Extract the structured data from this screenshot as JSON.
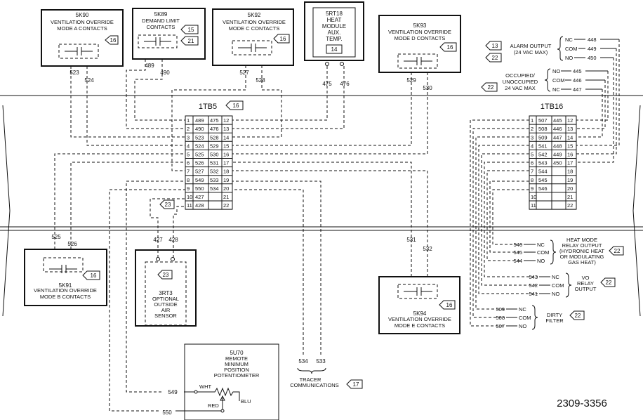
{
  "components": {
    "k5_90": {
      "id": "5K90",
      "l1": "VENTILATION OVERRIDE",
      "l2": "MODE A CONTACTS",
      "ref": "16",
      "w1": "523",
      "w2": "524"
    },
    "k5_89": {
      "id": "5K89",
      "l1": "DEMAND LIMIT",
      "l2": "CONTACTS",
      "ref1": "15",
      "ref2": "21",
      "w1": "489",
      "w2": "490"
    },
    "k5_92": {
      "id": "5K92",
      "l1": "VENTILATION OVERRIDE",
      "l2": "MODE C CONTACTS",
      "ref": "16",
      "w1": "527",
      "w2": "528"
    },
    "rt5_18": {
      "id": "5RT18",
      "l1": "HEAT",
      "l2": "MODULE",
      "l3": "AUX.",
      "l4": "TEMP.",
      "ref": "14",
      "w1": "475",
      "w2": "476"
    },
    "k5_93": {
      "id": "5K93",
      "l1": "VENTILATION OVERRIDE",
      "l2": "MODE D CONTACTS",
      "ref": "16",
      "w1": "529",
      "w2": "530"
    },
    "k5_91": {
      "id": "5K91",
      "l1": "VENTILATION OVERRIDE",
      "l2": "MODE B CONTACTS",
      "ref": "16",
      "w1": "525",
      "w2": "526"
    },
    "rt3": {
      "id": "3RT3",
      "l1": "OPTIONAL",
      "l2": "OUTSIDE",
      "l3": "AIR",
      "l4": "SENSOR",
      "ref": "23",
      "w1": "427",
      "w2": "428"
    },
    "k5_94": {
      "id": "5K94",
      "l1": "VENTILATION OVERRIDE",
      "l2": "MODE E CONTACTS",
      "ref": "16",
      "w1": "531",
      "w2": "532"
    },
    "u5_70": {
      "id": "5U70",
      "l1": "REMOTE",
      "l2": "MINIMUM",
      "l3": "POSITION",
      "l4": "POTENTIOMETER",
      "wht": "WHT",
      "red": "RED",
      "blu": "BLU",
      "w1": "549",
      "w2": "550"
    }
  },
  "tb5": {
    "title": "1TB5",
    "ref": "16",
    "rows": [
      {
        "n": "1",
        "a": "489",
        "b": "475",
        "r": "12"
      },
      {
        "n": "2",
        "a": "490",
        "b": "476",
        "r": "13"
      },
      {
        "n": "3",
        "a": "523",
        "b": "528",
        "r": "14"
      },
      {
        "n": "4",
        "a": "524",
        "b": "529",
        "r": "15"
      },
      {
        "n": "5",
        "a": "525",
        "b": "530",
        "r": "16"
      },
      {
        "n": "6",
        "a": "526",
        "b": "531",
        "r": "17"
      },
      {
        "n": "7",
        "a": "527",
        "b": "532",
        "r": "18"
      },
      {
        "n": "8",
        "a": "549",
        "b": "533",
        "r": "19"
      },
      {
        "n": "9",
        "a": "550",
        "b": "534",
        "r": "20"
      },
      {
        "n": "10",
        "a": "427",
        "b": "",
        "r": "21"
      },
      {
        "n": "11",
        "a": "428",
        "b": "",
        "r": "22"
      }
    ],
    "ref_23": "23"
  },
  "tb16": {
    "title": "1TB16",
    "rows": [
      {
        "n": "1",
        "a": "507",
        "b": "445",
        "r": "12"
      },
      {
        "n": "2",
        "a": "508",
        "b": "446",
        "r": "13"
      },
      {
        "n": "3",
        "a": "509",
        "b": "447",
        "r": "14"
      },
      {
        "n": "4",
        "a": "541",
        "b": "448",
        "r": "15"
      },
      {
        "n": "5",
        "a": "542",
        "b": "449",
        "r": "16"
      },
      {
        "n": "6",
        "a": "543",
        "b": "450",
        "r": "17"
      },
      {
        "n": "7",
        "a": "544",
        "b": "",
        "r": "18"
      },
      {
        "n": "8",
        "a": "545",
        "b": "",
        "r": "19"
      },
      {
        "n": "9",
        "a": "546",
        "b": "",
        "r": "20"
      },
      {
        "n": "10",
        "a": "",
        "b": "",
        "r": "21"
      },
      {
        "n": "11",
        "a": "",
        "b": "",
        "r": "22"
      }
    ]
  },
  "alarm": {
    "ref1": "13",
    "ref2": "22",
    "l1": "ALARM OUTPUT",
    "l2": "(24 VAC MAX)",
    "nc": "NC",
    "nc_w": "448",
    "com": "COM",
    "com_w": "449",
    "no": "NO",
    "no_w": "450"
  },
  "occupied": {
    "ref": "22",
    "l1": "OCCUPIED/",
    "l2": "UNOCCUPIED",
    "l3": "24 VAC MAX",
    "no": "NO",
    "no_w": "445",
    "com": "COM",
    "com_w": "446",
    "nc": "NC",
    "nc_w": "447"
  },
  "heat_mode": {
    "l1": "HEAT MODE",
    "l2": "RELAY OUTPUT",
    "l3": "(HYDRONIC HEAT",
    "l4": "OR MODULATING",
    "l5": "GAS HEAT)",
    "ref": "22",
    "w1": "546",
    "t1": "NC",
    "w2": "545",
    "t2": "COM",
    "w3": "544",
    "t3": "NO"
  },
  "vo": {
    "l1": "VO",
    "l2": "RELAY",
    "l3": "OUTPUT",
    "ref": "22",
    "w1": "543",
    "t1": "NC",
    "w2": "542",
    "t2": "COM",
    "w3": "541",
    "t3": "NO"
  },
  "dirty": {
    "l1": "DIRTY",
    "l2": "FILTER",
    "ref": "22",
    "w1": "509",
    "t1": "NC",
    "w2": "508",
    "t2": "COM",
    "w3": "507",
    "t3": "NO"
  },
  "tracer": {
    "w1": "534",
    "w2": "533",
    "l1": "TRACER",
    "l2": "COMMUNICATIONS",
    "ref": "17"
  },
  "drawing_number": "2309-3356"
}
